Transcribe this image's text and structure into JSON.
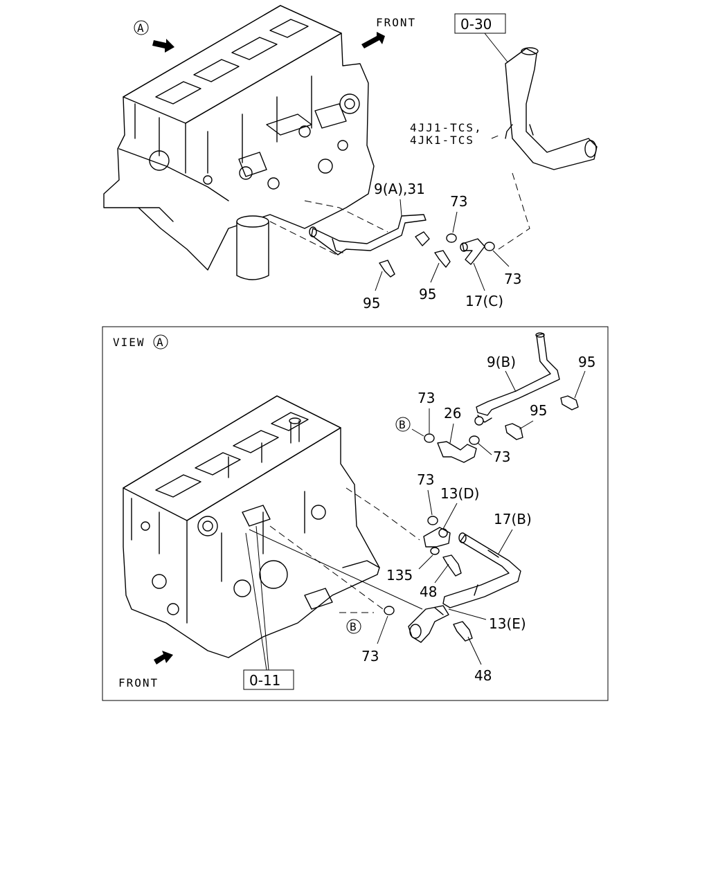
{
  "top": {
    "view_marker": "A",
    "front_label": "FRONT",
    "ref_box": "0-30",
    "variant_line1": "4JJ1-TCS,",
    "variant_line2": "4JK1-TCS",
    "callouts": [
      "9(A),31",
      "73",
      "73",
      "95",
      "95",
      "17(C)"
    ]
  },
  "view": {
    "title": "VIEW",
    "marker": "A",
    "front_label": "FRONT",
    "ref_box": "0-11",
    "marker_b1": "B",
    "marker_b2": "B",
    "callouts": [
      "9(B)",
      "95",
      "95",
      "73",
      "26",
      "73",
      "73",
      "13(D)",
      "17(B)",
      "135",
      "48",
      "13(E)",
      "73",
      "48"
    ]
  }
}
